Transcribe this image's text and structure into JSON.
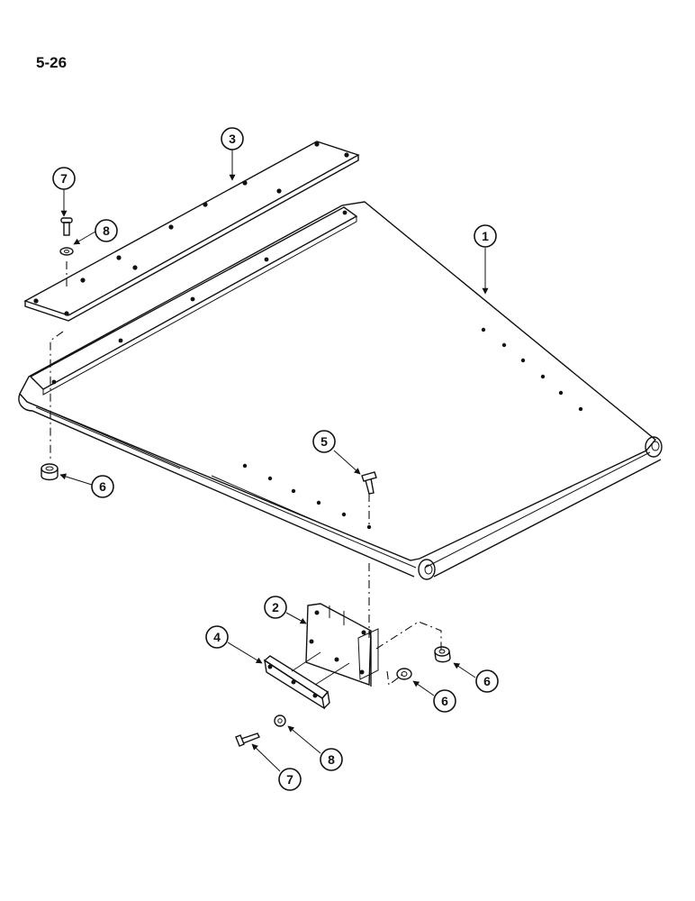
{
  "page_number": "5-26",
  "callouts": [
    {
      "id": "c3",
      "label": "3"
    },
    {
      "id": "c7a",
      "label": "7"
    },
    {
      "id": "c8a",
      "label": "8"
    },
    {
      "id": "c1",
      "label": "1"
    },
    {
      "id": "c5",
      "label": "5"
    },
    {
      "id": "c6a",
      "label": "6"
    },
    {
      "id": "c2",
      "label": "2"
    },
    {
      "id": "c4",
      "label": "4"
    },
    {
      "id": "c6b",
      "label": "6"
    },
    {
      "id": "c6c",
      "label": "6"
    },
    {
      "id": "c8b",
      "label": "8"
    },
    {
      "id": "c7b",
      "label": "7"
    }
  ]
}
